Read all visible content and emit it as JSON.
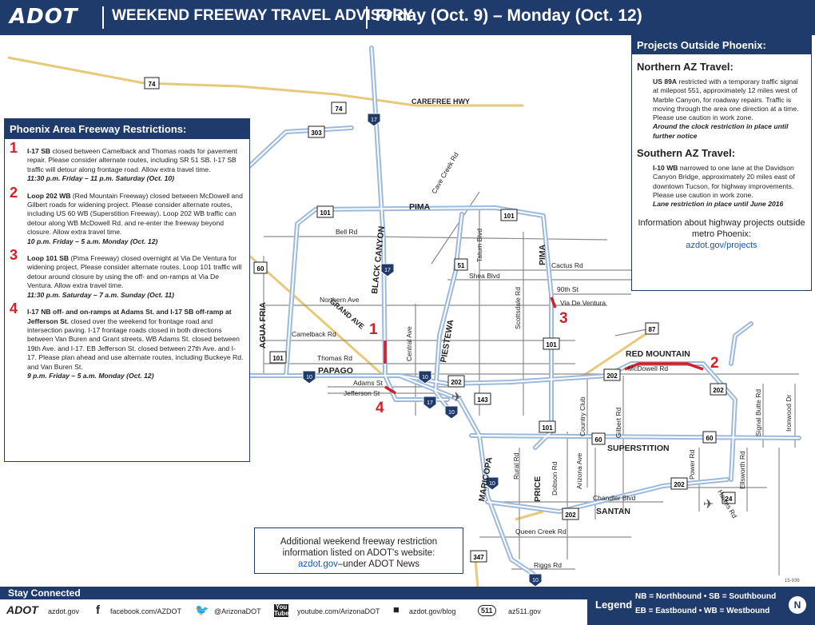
{
  "header": {
    "logo": "ADOT",
    "title": "WEEKEND FREEWAY TRAVEL ADVISORY",
    "dates": "Friday (Oct. 9) – Monday (Oct. 12)"
  },
  "colors": {
    "brand_navy": "#1f3b6b",
    "freeway_blue": "#9db9dc",
    "road_gray": "#8c8c8c",
    "restriction_red": "#d0202a",
    "state_route_gold": "#e7c97a"
  },
  "left_panel": {
    "title": "Phoenix Area Freeway Restrictions:",
    "items": [
      {
        "num": "1",
        "lead": "I-17 SB",
        "text": " closed between Camelback and Thomas roads for pavement repair. Please consider alternate routes, including SR 51 SB. I-17 SB traffic will detour along frontage road. Allow extra travel time.",
        "time": "11:30 p.m. Friday – 11 p.m. Saturday (Oct. 10)"
      },
      {
        "num": "2",
        "lead": "Loop 202 WB",
        "text": " (Red Mountain Freeway) closed between McDowell and Gilbert roads for widening project. Please consider alternate routes, including US 60 WB (Superstition Freeway). Loop 202 WB traffic can detour along WB McDowell Rd. and re-enter the freeway beyond closure. Allow extra travel time.",
        "time": "10 p.m. Friday – 5 a.m. Monday (Oct. 12)"
      },
      {
        "num": "3",
        "lead": "Loop 101 SB",
        "text": " (Pima Freeway) closed overnight at Via De Ventura for widening project. Please consider alternate routes. Loop 101 traffic will detour around closure by using the off- and on-ramps at Via De Ventura. Allow extra travel time.",
        "time": "11:30 p.m. Saturday – 7 a.m. Sunday (Oct. 11)"
      },
      {
        "num": "4",
        "lead": "I-17 NB off- and on-ramps at Adams St. and I-17 SB off-ramp at Jefferson St.",
        "text": " closed over the weekend for frontage road and intersection paving. I-17 frontage roads closed in both directions between Van Buren and Grant streets. WB Adams St. closed between 19th Ave. and I-17. EB Jefferson St. closed between 27th Ave. and I-17. Please plan ahead and use alternate routes, including Buckeye Rd. and Van Buren St.",
        "time": "9 p.m. Friday – 5 a.m. Monday (Oct. 12)"
      }
    ]
  },
  "right_panel": {
    "title": "Projects Outside Phoenix:",
    "north_heading": "Northern AZ Travel:",
    "north_lead": "US 89A",
    "north_text": " restricted with a temporary traffic signal at milepost 551, approximately 12 miles west of Marble Canyon, for roadway repairs. Traffic is moving through the area one direction at a time. Please use caution in work zone.",
    "north_note": "Around the clock restriction in place until further notice",
    "south_heading": "Southern AZ Travel:",
    "south_lead": "I-10 WB",
    "south_text": " narrowed to one lane at the Davidson Canyon Bridge, approximately 20 miles east of downtown Tucson, for highway improvements. Please use caution in work zone.",
    "south_note": "Lane restriction in place until June 2016",
    "more_text": "Information about highway projects outside metro Phoenix:",
    "more_link": "azdot.gov/projects"
  },
  "note_box": {
    "line1": "Additional weekend freeway restriction",
    "line2": "information listed on ADOT's website:",
    "link": "azdot.gov",
    "suffix": "–under ADOT News"
  },
  "map_labels": {
    "carefree": "CAREFREE HWY",
    "pima_top": "PIMA",
    "pima_side": "PIMA",
    "black_canyon": "BLACK CANYON",
    "agua_fria": "AGUA FRIA",
    "grand_ave": "GRAND AVE",
    "piestewa": "PIESTEWA",
    "papago": "PAPAGO",
    "red_mountain": "RED MOUNTAIN",
    "superstition": "SUPERSTITION",
    "santan": "SANTAN",
    "maricopa": "MARICOPA",
    "price": "PRICE",
    "bell": "Bell Rd",
    "cactus": "Cactus Rd",
    "shea": "Shea Blvd",
    "ninetieth": "90th St",
    "via_de_ventura": "Via De Ventura",
    "northern": "Northern Ave",
    "camelback": "Camelback Rd",
    "thomas": "Thomas Rd",
    "mcdowell": "McDowell Rd",
    "adams": "Adams St",
    "jefferson": "Jefferson St",
    "central": "Central Ave",
    "cave_creek": "Cave Creek Rd",
    "tatum": "Tatum Blvd",
    "scottsdale": "Scottsdale Rd",
    "country_club": "Country Club",
    "gilbert": "Gilbert Rd",
    "signal_butte": "Signal Butte Rd",
    "ironwood": "Ironwood Dr",
    "rural": "Rural Rd",
    "dobson": "Dobson Rd",
    "arizona": "Arizona Ave",
    "power": "Power Rd",
    "ellsworth": "Ellsworth Rd",
    "hawes": "Hawes Rd",
    "chandler": "Chandler Blvd",
    "queen_creek": "Queen Creek Rd",
    "riggs": "Riggs Rd",
    "marker1": "1",
    "marker2": "2",
    "marker3": "3",
    "marker4": "4"
  },
  "shields": {
    "sr74a": "74",
    "sr74b": "74",
    "i17top": "17",
    "l303": "303",
    "l101a": "101",
    "l101b": "101",
    "sr51": "51",
    "us60w": "60",
    "i17mid": "17",
    "l101c": "101",
    "sr87": "87",
    "i10a": "10",
    "l202a": "202",
    "i17b": "17",
    "i10b": "10",
    "sr143": "143",
    "l202b": "202",
    "l101d": "101",
    "us60a": "60",
    "us60b": "60",
    "l202c": "202",
    "l202d": "202",
    "i10c": "10",
    "l202e": "202",
    "sr24": "24",
    "sr347": "347",
    "i10d": "10",
    "l101e": "101"
  },
  "footer": {
    "stay_connected": "Stay Connected",
    "adot": "ADOT",
    "website": "azdot.gov",
    "facebook": "facebook.com/AZDOT",
    "twitter": "@ArizonaDOT",
    "youtube": "youtube.com/ArizonaDOT",
    "blog": "azdot.gov/blog",
    "az511": "az511.gov",
    "youtube_icon": "You Tube",
    "az511_icon": "511"
  },
  "legend": {
    "title": "Legend",
    "line1": "NB = Northbound  •  SB = Southbound",
    "line2": "EB = Eastbound  •  WB = Westbound",
    "north": "N"
  },
  "doc_code": "15-936"
}
